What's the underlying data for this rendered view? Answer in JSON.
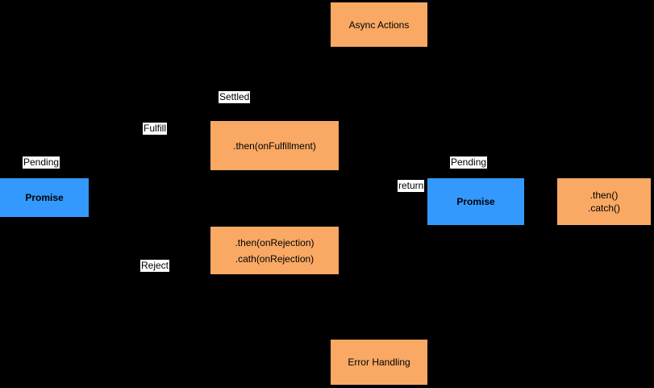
{
  "diagram": {
    "colors": {
      "background": "#000000",
      "node_orange": "#F9A964",
      "node_blue": "#3399FF",
      "node_text": "#000000",
      "edge_label_background": "#FFFFFF",
      "edge_label_text": "#000000"
    },
    "nodes": {
      "async_actions": {
        "label": "Async Actions"
      },
      "then_fulfillment": {
        "label": ".then(onFulfillment)"
      },
      "then_rejection": {
        "line1": ".then(onRejection)",
        "line2": ".cath(onRejection)"
      },
      "promise_left": {
        "label": "Promise"
      },
      "promise_right": {
        "label": "Promise"
      },
      "then_catch": {
        "line1": ".then()",
        "line2": ".catch()"
      },
      "error_handling": {
        "label": "Error Handling"
      }
    },
    "edge_labels": {
      "pending_left": "Pending",
      "fulfill": "Fulfill",
      "settled": "Settled",
      "reject": "Reject",
      "return": "return",
      "pending_right": "Pending"
    }
  }
}
